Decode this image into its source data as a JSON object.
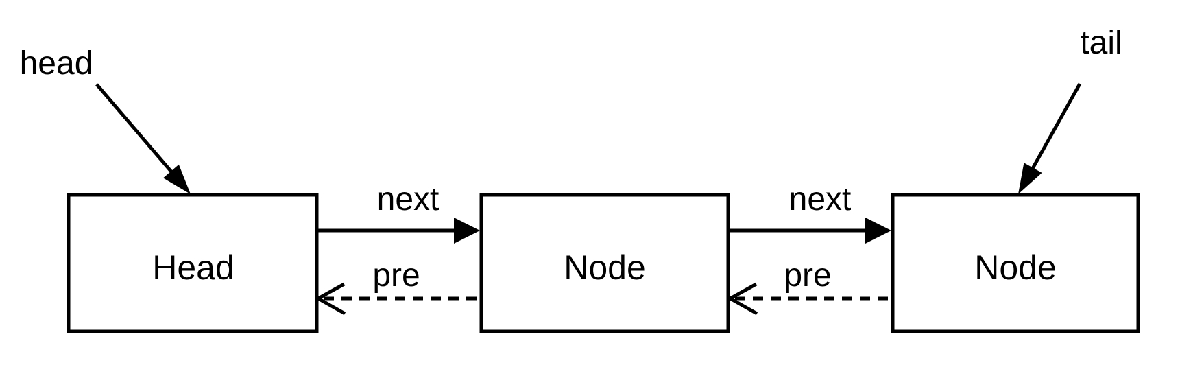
{
  "diagram": {
    "kind": "doubly-linked-list",
    "nodes": [
      {
        "id": "n1",
        "label": "Head"
      },
      {
        "id": "n2",
        "label": "Node"
      },
      {
        "id": "n3",
        "label": "Node"
      }
    ],
    "edges": [
      {
        "from": "n1",
        "to": "n2",
        "label": "next",
        "style": "solid"
      },
      {
        "from": "n2",
        "to": "n1",
        "label": "pre",
        "style": "dashed"
      },
      {
        "from": "n2",
        "to": "n3",
        "label": "next",
        "style": "solid"
      },
      {
        "from": "n3",
        "to": "n2",
        "label": "pre",
        "style": "dashed"
      }
    ],
    "pointers": [
      {
        "label": "head",
        "target": "n1"
      },
      {
        "label": "tail",
        "target": "n3"
      }
    ],
    "colors": {
      "stroke": "#000000",
      "text": "#000000",
      "background": "#ffffff"
    }
  }
}
